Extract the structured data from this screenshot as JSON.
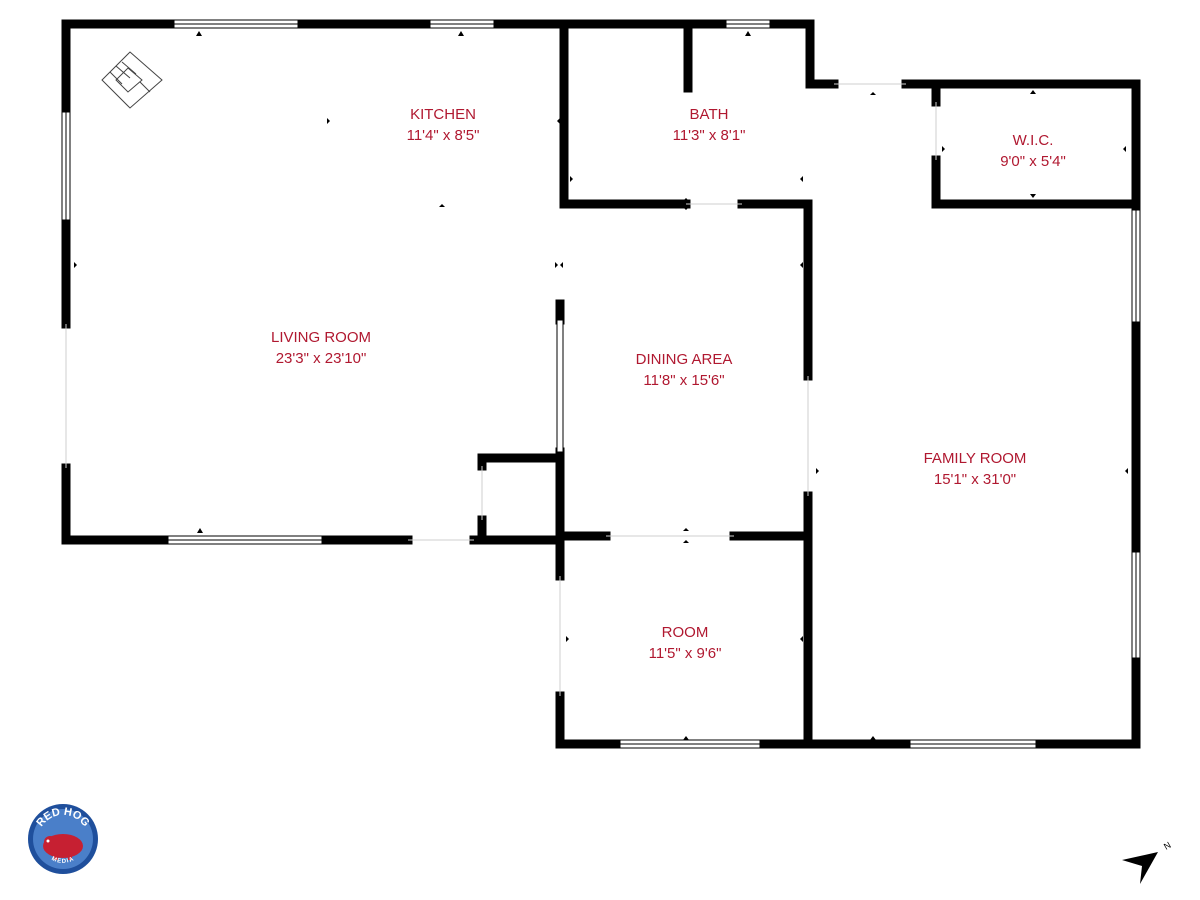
{
  "rooms": {
    "kitchen": {
      "name": "KITCHEN",
      "dims": "11'4\" x 8'5\""
    },
    "bath": {
      "name": "BATH",
      "dims": "11'3\" x 8'1\""
    },
    "wic": {
      "name": "W.I.C.",
      "dims": "9'0\" x 5'4\""
    },
    "living": {
      "name": "LIVING ROOM",
      "dims": "23'3\" x 23'10\""
    },
    "dining": {
      "name": "DINING AREA",
      "dims": "11'8\" x 15'6\""
    },
    "family": {
      "name": "FAMILY ROOM",
      "dims": "15'1\" x 31'0\""
    },
    "room": {
      "name": "ROOM",
      "dims": "11'5\" x 9'6\""
    }
  },
  "logo": {
    "line1": "RED HOG",
    "line2": "MEDIA"
  },
  "compass": {
    "label": "N"
  },
  "colors": {
    "label": "#b01830",
    "wall": "#000000",
    "logo_red": "#c62032",
    "logo_blue": "#1f4f9c"
  }
}
